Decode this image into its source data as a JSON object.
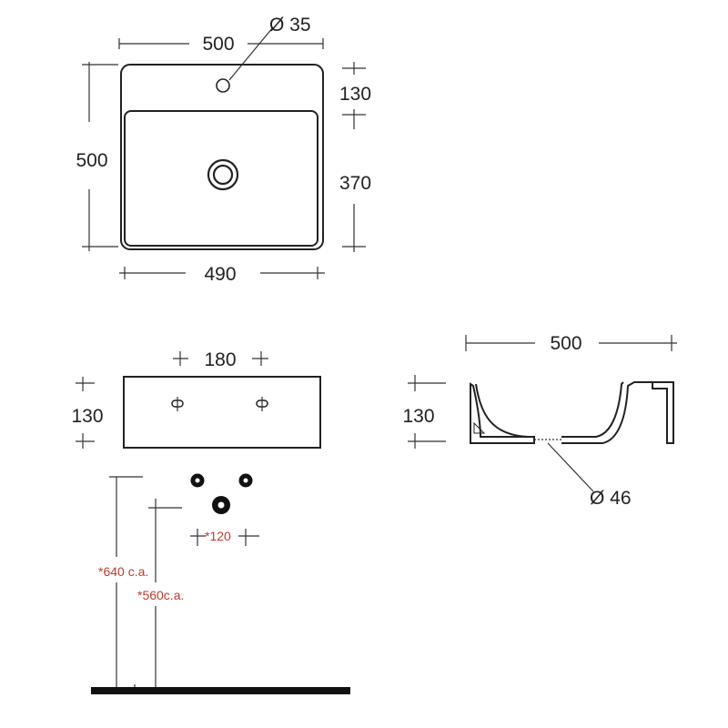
{
  "colors": {
    "ink": "#222222",
    "dimension": "#333333",
    "note": "#c0392b"
  },
  "top_view": {
    "width_overall": "500",
    "tap_hole": "Ø 35",
    "depth_overall": "500",
    "rear_deck": "130",
    "bowl_depth": "370",
    "width_basin": "490"
  },
  "front_view": {
    "fixing_spacing": "180",
    "height": "130",
    "waste_spacing": "*120",
    "height_640": "*640 c.a.",
    "height_560": "*560c.a."
  },
  "side_view": {
    "length": "500",
    "height": "130",
    "waste_diameter": "Ø 46"
  }
}
